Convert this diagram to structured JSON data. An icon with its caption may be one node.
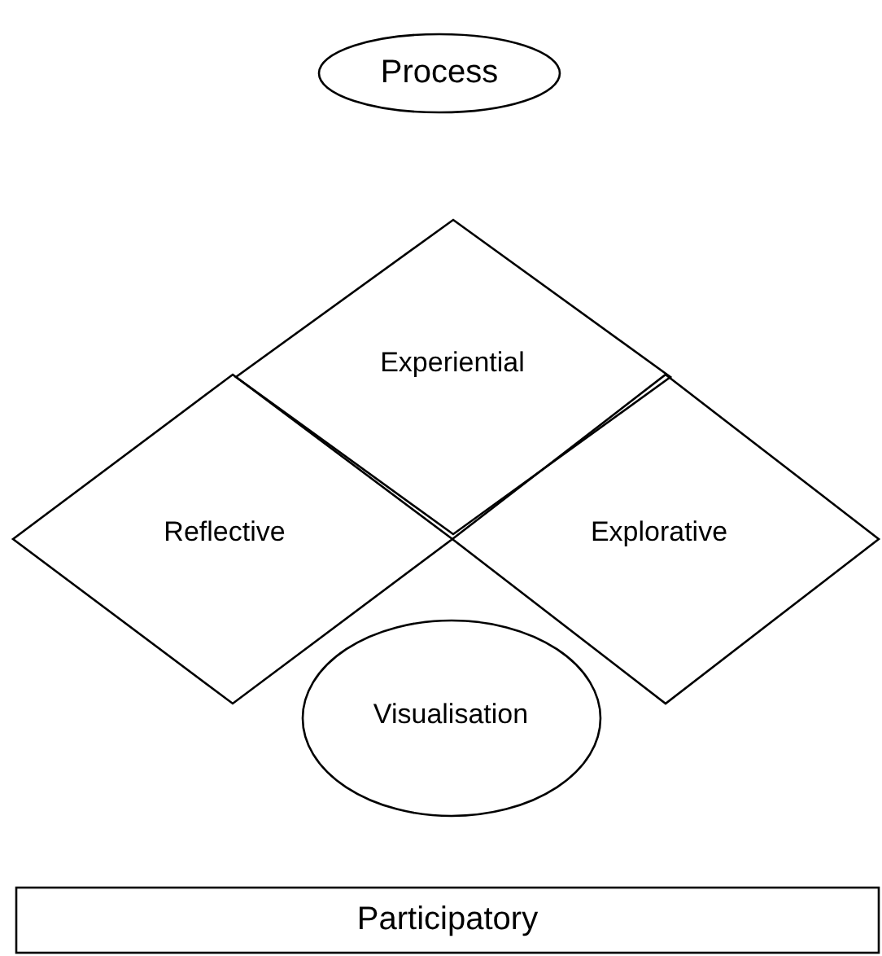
{
  "diagram": {
    "nodes": [
      {
        "text": [
          "Process"
        ]
      },
      {
        "text": [
          "Experiential"
        ]
      },
      {
        "text": [
          "Reflective"
        ]
      },
      {
        "text": [
          "Explorative"
        ]
      },
      {
        "text": [
          "Visualisation"
        ]
      },
      {
        "text": [
          "Participatory"
        ]
      }
    ]
  }
}
